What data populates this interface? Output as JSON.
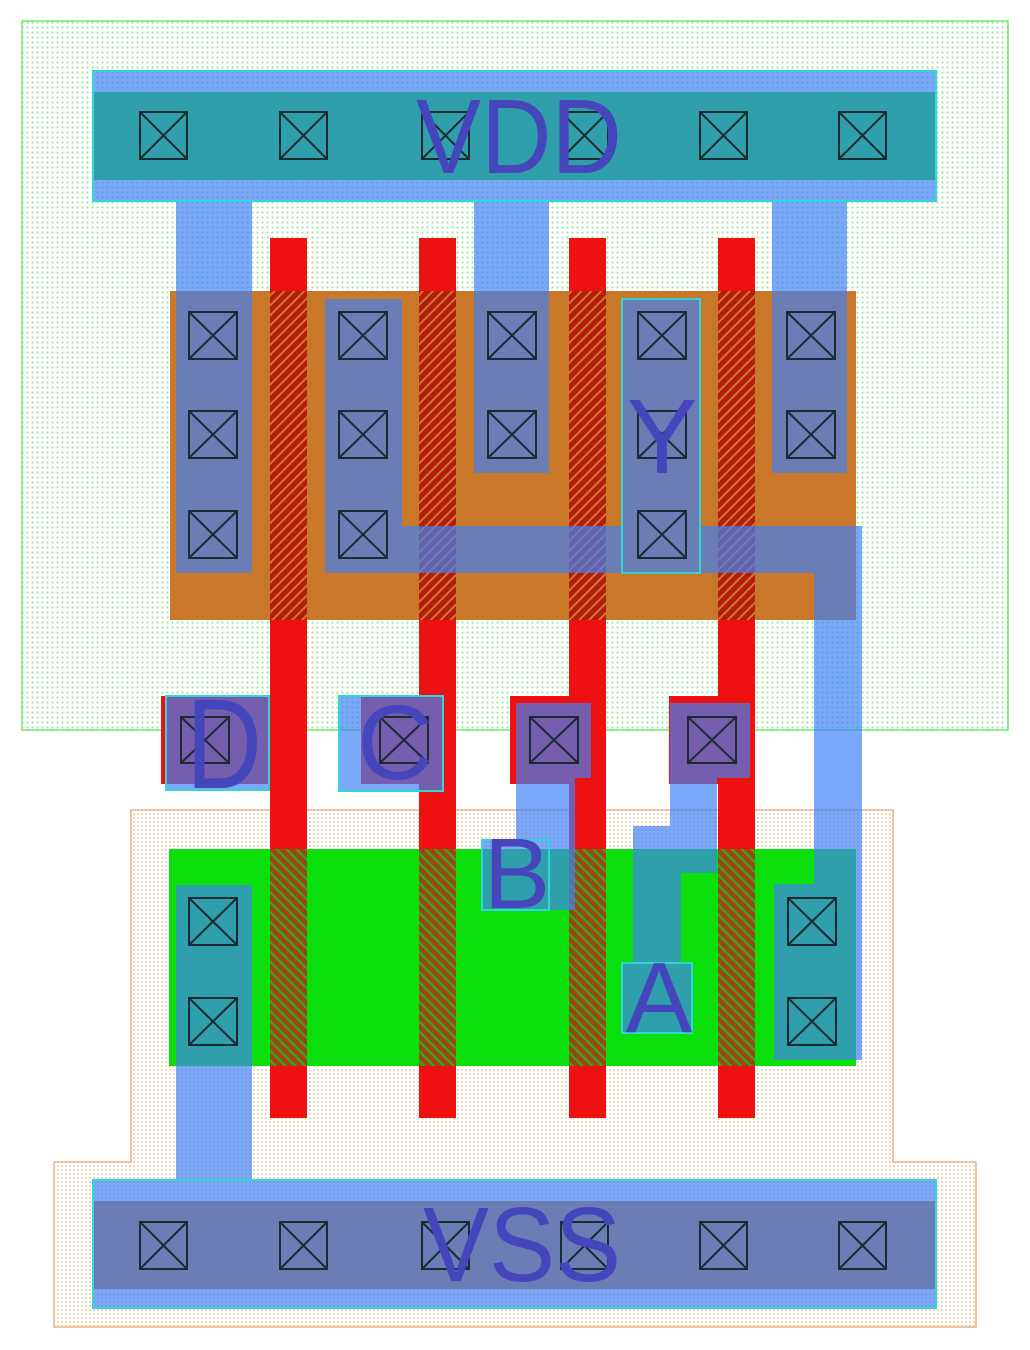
{
  "cell": {
    "pins": {
      "vdd": "VDD",
      "vss": "VSS",
      "y": "Y",
      "a": "A",
      "b": "B",
      "c": "C",
      "d": "D"
    }
  },
  "colors": {
    "nwell_border": "#70e870",
    "nwell_dot": "#9ee89e",
    "pwell_border": "#e8b488",
    "pwell_dot": "#f0c79c",
    "pdiff": "#c87828",
    "ndiff": "#0ce00c",
    "poly": "#ee1111",
    "metal1": "#4081f5",
    "pin_outline": "#32d6d6",
    "label": "#4646bc",
    "pgate_base": "#b41c10",
    "pgate_stripe": "#d0782a",
    "ngate_base": "#9a4616",
    "ngate_stripe": "#3aa818"
  }
}
